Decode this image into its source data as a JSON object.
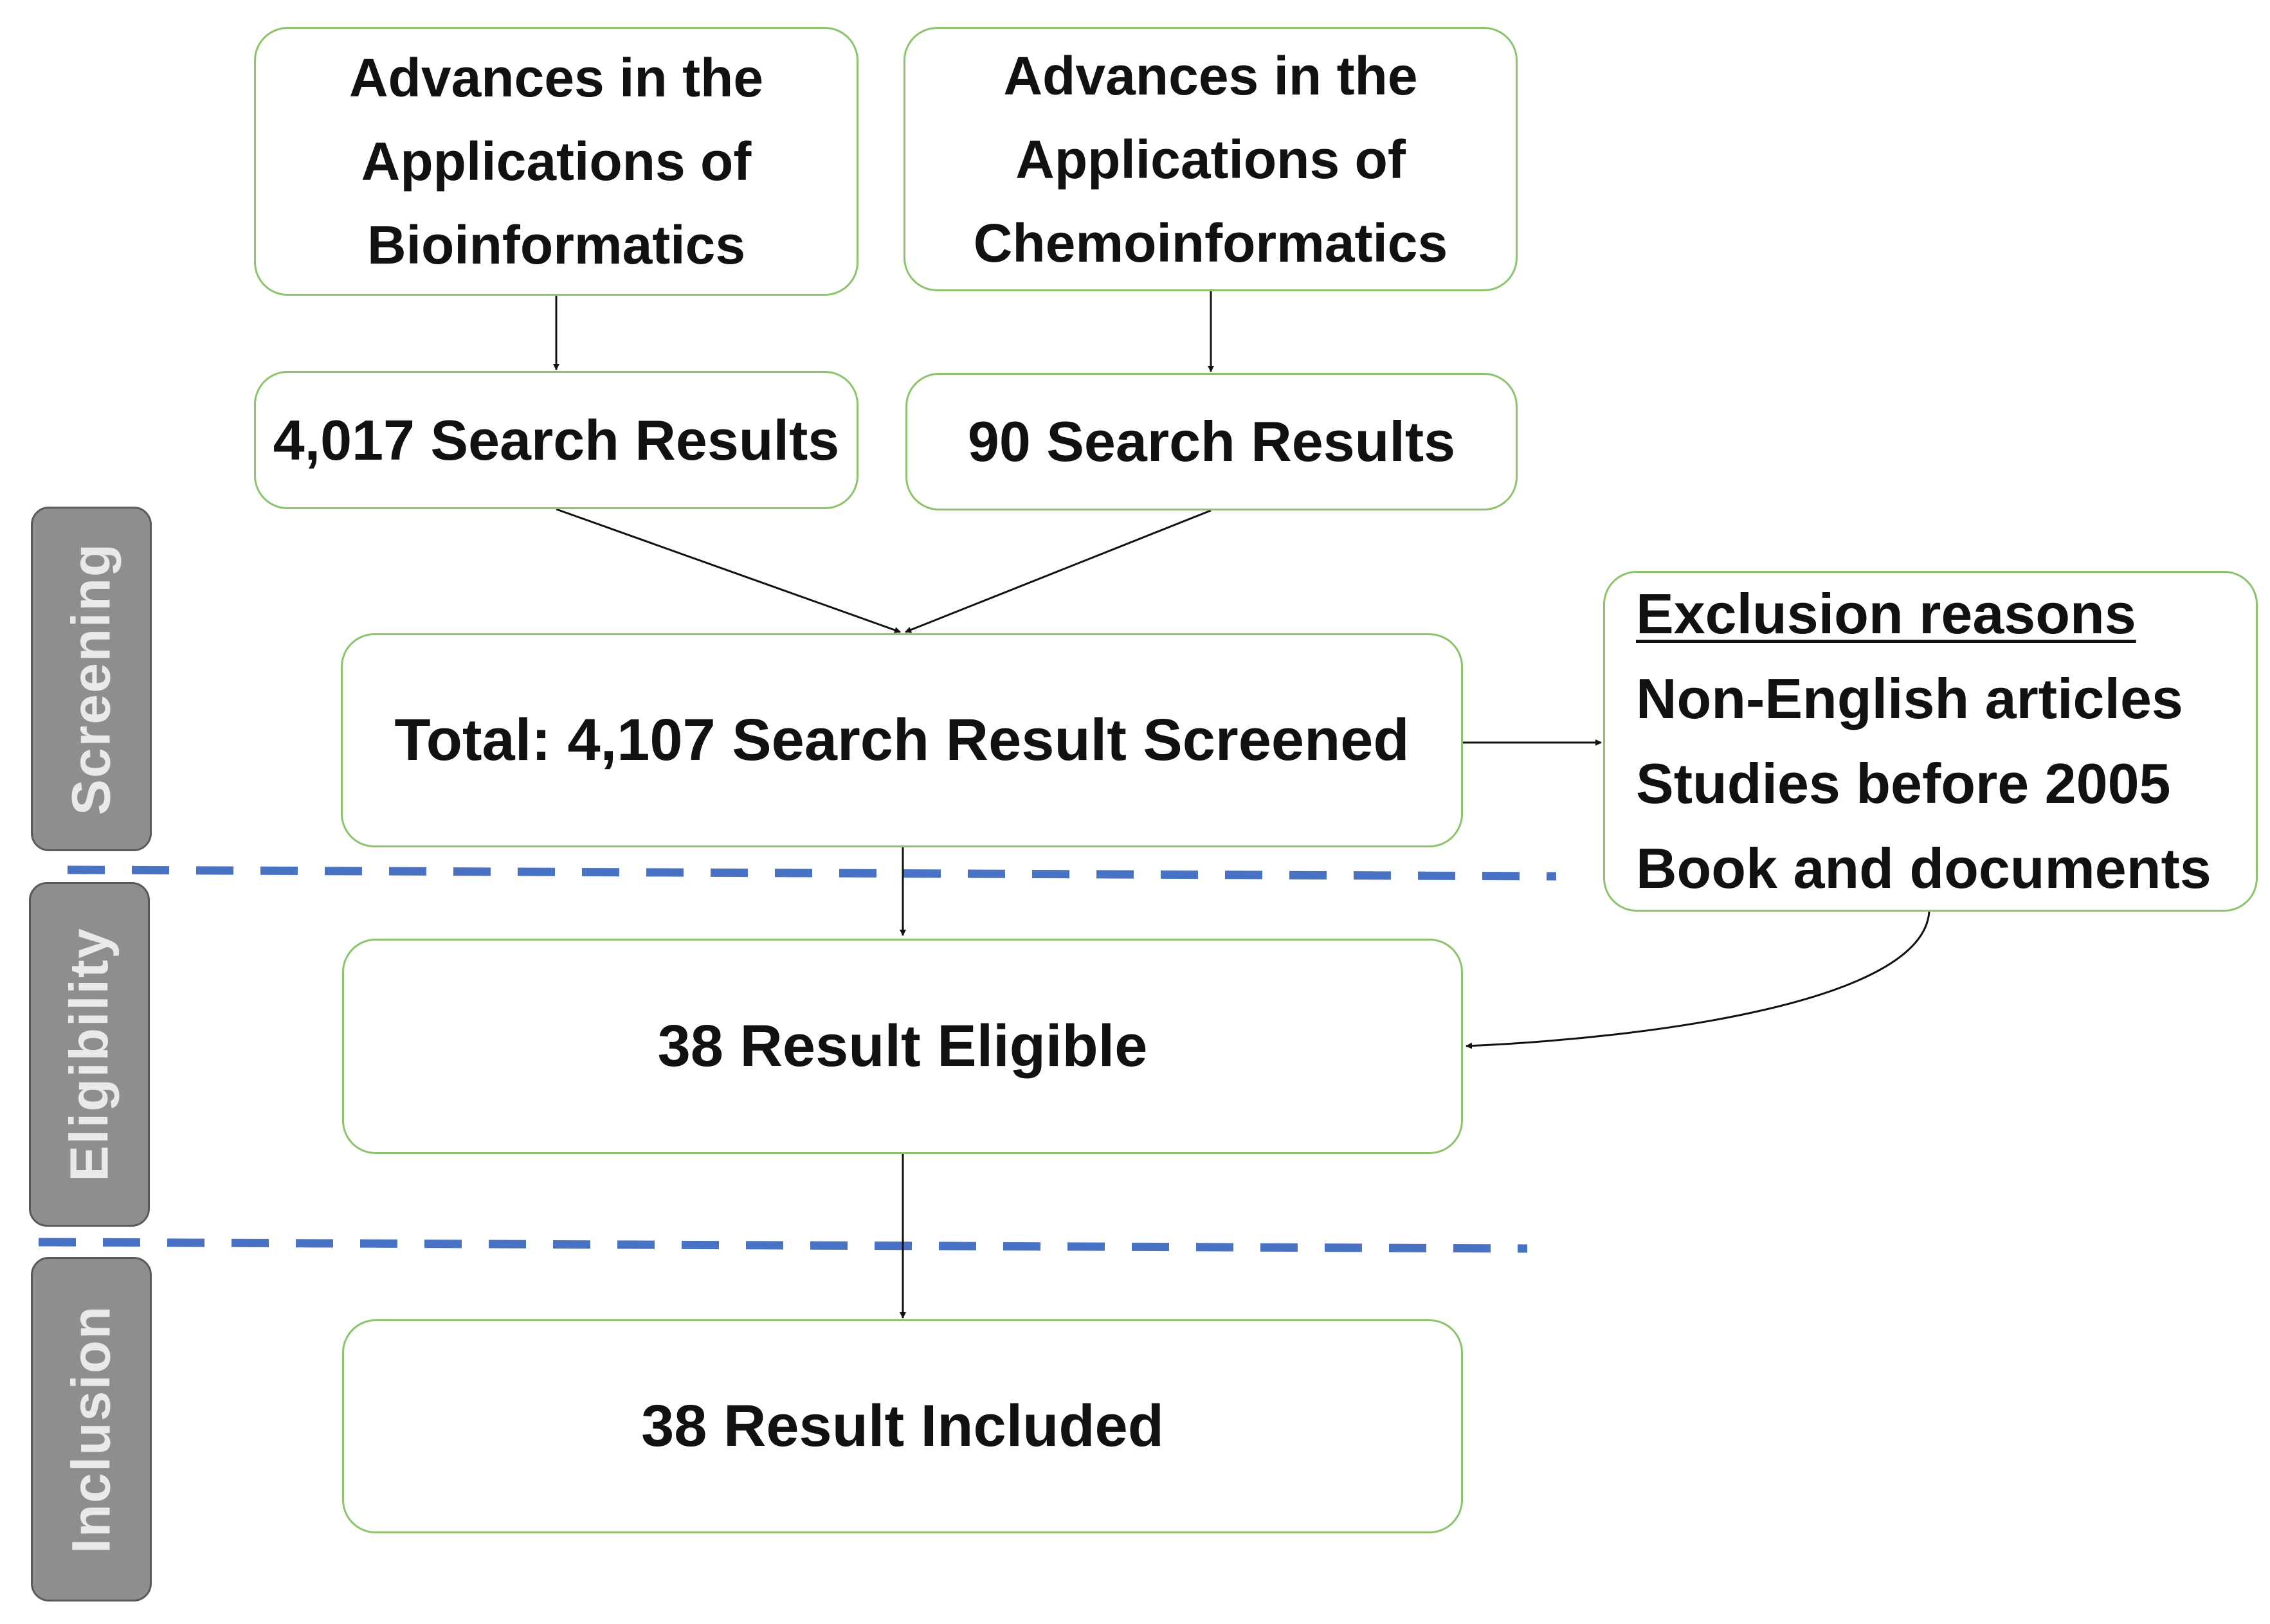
{
  "sources": [
    {
      "lines": [
        "Advances in the",
        "Applications of",
        "Bioinformatics"
      ],
      "count": "4,017 Search Results"
    },
    {
      "lines": [
        "Advances in the",
        "Applications of",
        "Chemoinformatics"
      ],
      "count": "90 Search Results"
    }
  ],
  "screened": "Total: 4,107 Search Result Screened",
  "eligible": "38 Result Eligible",
  "included": "38 Result Included",
  "exclusion": {
    "title": "Exclusion reasons",
    "reasons": [
      "Non-English articles",
      "Studies before 2005",
      "Book and documents"
    ]
  },
  "phases": {
    "screening": "Screening",
    "eligibility": "Eligibility",
    "inclusion": "Inclusion"
  },
  "colors": {
    "box_border": "#8cc46c",
    "phase_fill": "#8e8e8e",
    "phase_text": "#e9e9e9",
    "divider": "#4a72c4",
    "arrow": "#111111"
  }
}
